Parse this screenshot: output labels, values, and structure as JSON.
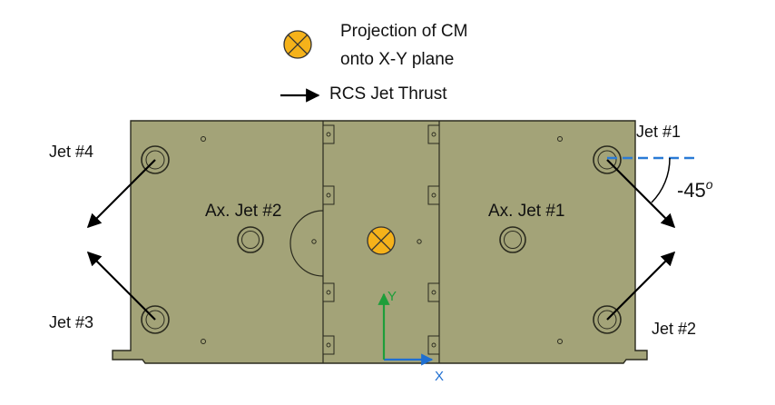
{
  "legend": {
    "cm_line1": "Projection of CM",
    "cm_line2": "onto X-Y plane",
    "thrust": "RCS Jet Thrust"
  },
  "labels": {
    "jet1": "Jet #1",
    "jet2": "Jet #2",
    "jet3": "Jet #3",
    "jet4": "Jet #4",
    "ax_jet1": "Ax. Jet #1",
    "ax_jet2": "Ax. Jet #2",
    "angle_value": "-45",
    "angle_unit": "o",
    "axis_x": "X",
    "axis_y": "Y"
  },
  "colors": {
    "plate_fill": "#a3a378",
    "plate_stroke": "#2a2a1e",
    "cm_marker": "#f5b21a",
    "axis_x": "#1f6fd1",
    "axis_y": "#1e9e3a",
    "reference_line": "#2a7bd6",
    "arrow": "#000000"
  }
}
